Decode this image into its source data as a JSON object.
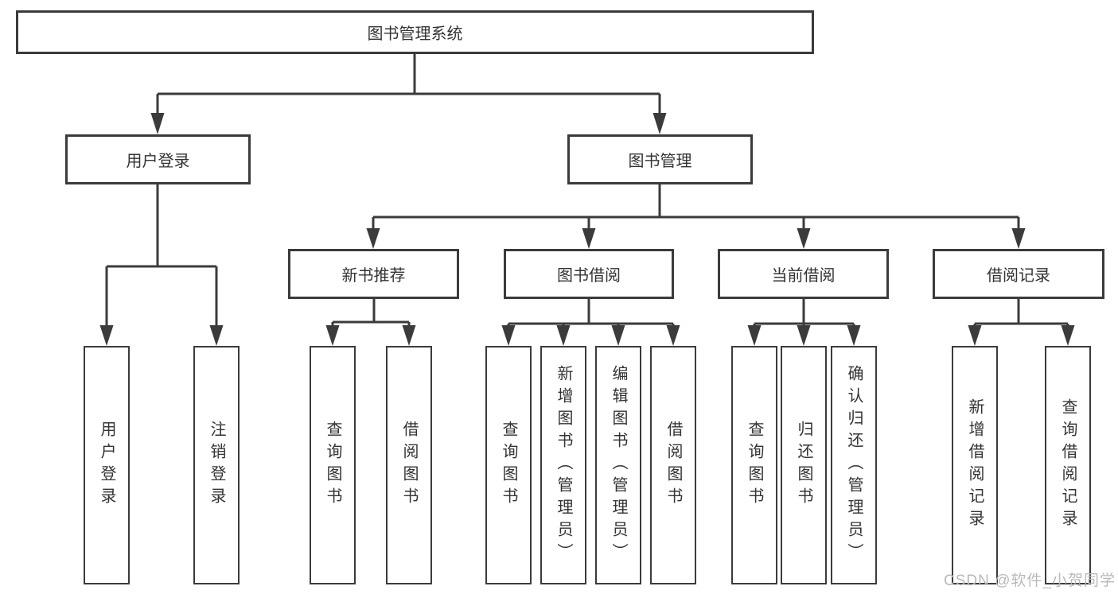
{
  "diagram": {
    "type": "tree",
    "tree": {
      "root": {
        "label": "图书管理系统"
      },
      "level2": [
        {
          "id": "user-login",
          "label": "用户登录",
          "parent": "图书管理系统"
        },
        {
          "id": "book-management",
          "label": "图书管理",
          "parent": "图书管理系统"
        }
      ],
      "level3": [
        {
          "id": "new-book-recommend",
          "label": "新书推荐",
          "parent": "图书管理"
        },
        {
          "id": "book-borrow",
          "label": "图书借阅",
          "parent": "图书管理"
        },
        {
          "id": "current-borrow",
          "label": "当前借阅",
          "parent": "图书管理"
        },
        {
          "id": "borrow-records",
          "label": "借阅记录",
          "parent": "图书管理"
        }
      ],
      "leaves": [
        {
          "label": "用户登录",
          "parent": "用户登录"
        },
        {
          "label": "注销登录",
          "parent": "用户登录"
        },
        {
          "label": "查询图书",
          "parent": "新书推荐"
        },
        {
          "label": "借阅图书",
          "parent": "新书推荐"
        },
        {
          "label": "查询图书",
          "parent": "图书借阅"
        },
        {
          "label": "新增图书（管理员）",
          "parent": "图书借阅"
        },
        {
          "label": "编辑图书（管理员）",
          "parent": "图书借阅"
        },
        {
          "label": "借阅图书",
          "parent": "图书借阅"
        },
        {
          "label": "查询图书",
          "parent": "当前借阅"
        },
        {
          "label": "归还图书",
          "parent": "当前借阅"
        },
        {
          "label": "确认归还（管理员）",
          "parent": "当前借阅"
        },
        {
          "label": "新增借阅记录",
          "parent": "借阅记录"
        },
        {
          "label": "查询借阅记录",
          "parent": "借阅记录"
        }
      ]
    }
  },
  "watermark": "CSDN @软件_小贺同学",
  "colors": {
    "line": "#3b3b3b",
    "text": "#333333",
    "watermark": "#b9b9b9",
    "background": "#ffffff"
  }
}
